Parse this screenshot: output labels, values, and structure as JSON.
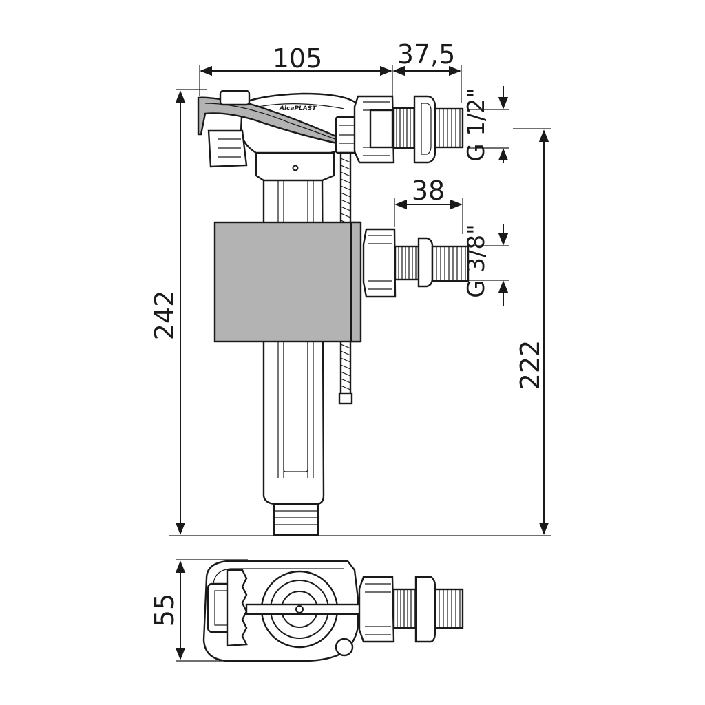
{
  "brand": "AlcaPLAST",
  "dimensions": {
    "width_valve_body": "105",
    "width_nut_offset_top": "37,5",
    "width_nut_offset_bottom": "38",
    "height_total": "242",
    "height_to_inlet": "222",
    "depth": "55"
  },
  "threads": {
    "top_inlet": "G 1/2\"",
    "side_inlet": "G 3/8\""
  },
  "colors": {
    "line": "#1a1a1a",
    "float_fill": "#b3b3b3",
    "background": "#ffffff"
  }
}
